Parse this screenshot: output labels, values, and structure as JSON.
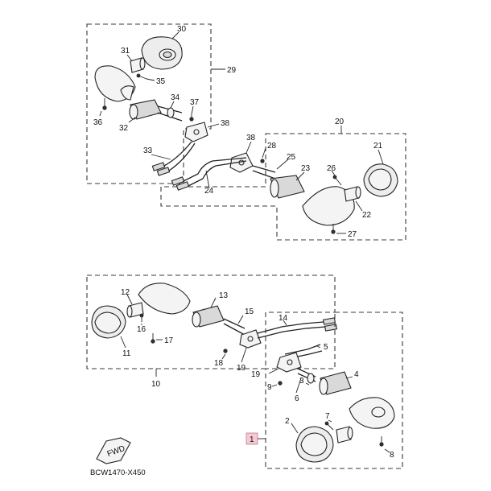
{
  "callouts": {
    "c1": "1",
    "c2": "2",
    "c3": "3",
    "c4": "4",
    "c5": "5",
    "c6": "6",
    "c7": "7",
    "c8": "8",
    "c9": "9",
    "c10": "10",
    "c11": "11",
    "c12": "12",
    "c13": "13",
    "c14": "14",
    "c15": "15",
    "c16": "16",
    "c17": "17",
    "c18": "18",
    "c19a": "19",
    "c19b": "19",
    "c20": "20",
    "c21": "21",
    "c22": "22",
    "c23": "23",
    "c24": "24",
    "c25": "25",
    "c26": "26",
    "c27": "27",
    "c28": "28",
    "c29": "29",
    "c30": "30",
    "c31": "31",
    "c32": "32",
    "c33": "33",
    "c34": "34",
    "c35": "35",
    "c36": "36",
    "c37": "37",
    "c38": "38"
  },
  "fwd_label": "FWD",
  "diagram_code": "BCW1470-X450",
  "colors": {
    "highlight": "#f6c9d3",
    "line": "#222222"
  }
}
